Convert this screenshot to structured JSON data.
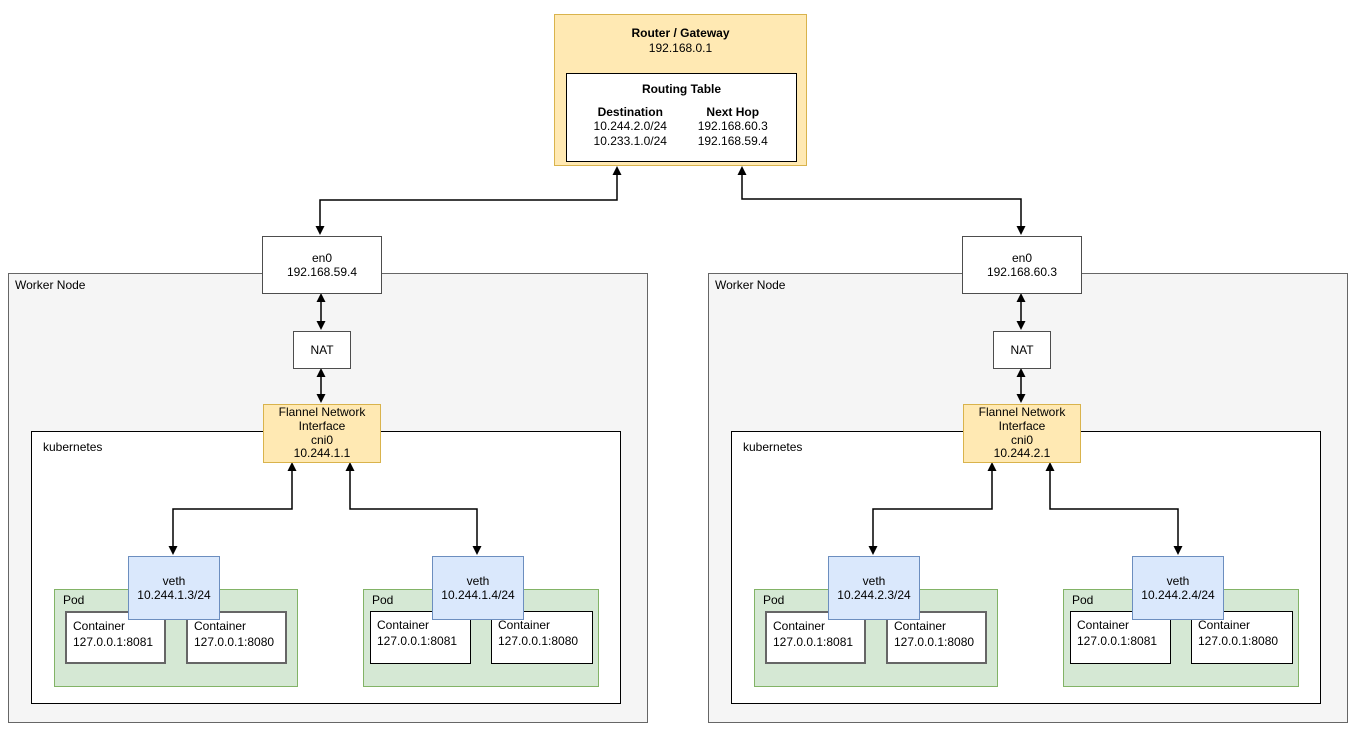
{
  "router": {
    "title": "Router / Gateway",
    "ip": "192.168.0.1",
    "routing_table": {
      "title": "Routing Table",
      "columns": [
        "Destination",
        "Next Hop"
      ],
      "rows": [
        {
          "destination": "10.244.2.0/24",
          "next_hop": "192.168.60.3"
        },
        {
          "destination": "10.233.1.0/24",
          "next_hop": "192.168.59.4"
        }
      ]
    }
  },
  "nodes": [
    {
      "label": "Worker Node",
      "en0": {
        "name": "en0",
        "ip": "192.168.59.4"
      },
      "nat_label": "NAT",
      "flannel": {
        "title": "Flannel Network Interface",
        "iface": "cni0",
        "ip": "10.244.1.1"
      },
      "kubernetes_label": "kubernetes",
      "pods": [
        {
          "label": "Pod",
          "veth": {
            "name": "veth",
            "ip": "10.244.1.3/24"
          },
          "containers": [
            {
              "name": "Container",
              "address": "127.0.0.1:8081"
            },
            {
              "name": "Container",
              "address": "127.0.0.1:8080"
            }
          ]
        },
        {
          "label": "Pod",
          "veth": {
            "name": "veth",
            "ip": "10.244.1.4/24"
          },
          "containers": [
            {
              "name": "Container",
              "address": "127.0.0.1:8081"
            },
            {
              "name": "Container",
              "address": "127.0.0.1:8080"
            }
          ]
        }
      ]
    },
    {
      "label": "Worker Node",
      "en0": {
        "name": "en0",
        "ip": "192.168.60.3"
      },
      "nat_label": "NAT",
      "flannel": {
        "title": "Flannel Network Interface",
        "iface": "cni0",
        "ip": "10.244.2.1"
      },
      "kubernetes_label": "kubernetes",
      "pods": [
        {
          "label": "Pod",
          "veth": {
            "name": "veth",
            "ip": "10.244.2.3/24"
          },
          "containers": [
            {
              "name": "Container",
              "address": "127.0.0.1:8081"
            },
            {
              "name": "Container",
              "address": "127.0.0.1:8080"
            }
          ]
        },
        {
          "label": "Pod",
          "veth": {
            "name": "veth",
            "ip": "10.244.2.4/24"
          },
          "containers": [
            {
              "name": "Container",
              "address": "127.0.0.1:8081"
            },
            {
              "name": "Container",
              "address": "127.0.0.1:8080"
            }
          ]
        }
      ]
    }
  ],
  "colors": {
    "gateway_fill": "#ffe9b3",
    "gateway_border": "#d9b34c",
    "pod_fill": "#d5e8d4",
    "pod_border": "#82b366",
    "veth_fill": "#dae8fc",
    "veth_border": "#6c8ebf",
    "worker_node_fill": "#f5f5f5",
    "worker_node_border": "#666666",
    "connector": "#000000"
  }
}
